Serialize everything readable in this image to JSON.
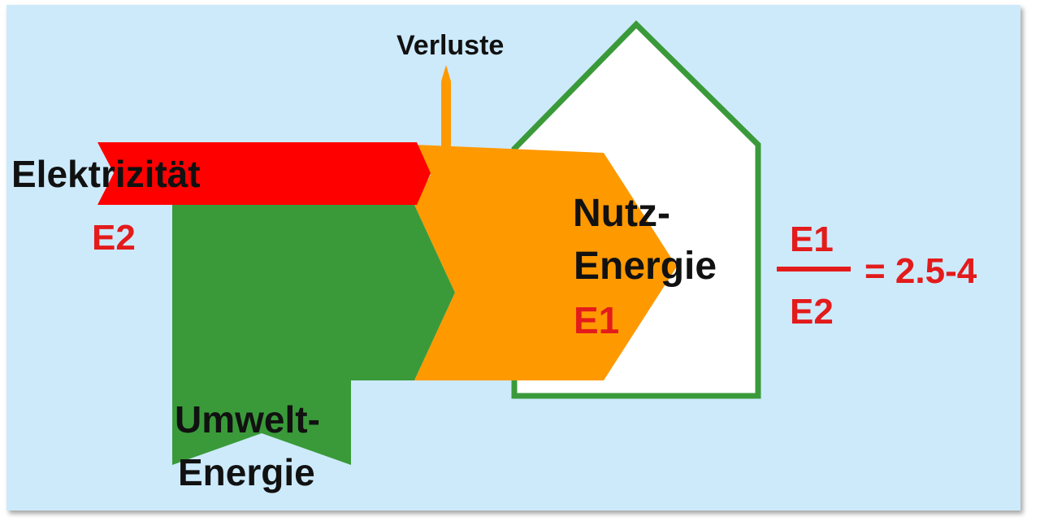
{
  "labels": {
    "losses": "Verluste",
    "electricity": "Elektrizität",
    "electricity_symbol": "E2",
    "ambient_line1": "Umwelt-",
    "ambient_line2": "Energie",
    "useful_line1": "Nutz-",
    "useful_line2": "Energie",
    "useful_symbol": "E1"
  },
  "formula": {
    "numerator": "E1",
    "denominator": "E2",
    "result": "= 2.5-4"
  },
  "colors": {
    "background": "#cdeafb",
    "electricity": "#ff0000",
    "ambient": "#3a9a3a",
    "useful": "#ff9900",
    "house_outline": "#3a9a3a",
    "house_fill": "#ffffff",
    "symbol_text": "#e31b1b",
    "label_text": "#111111"
  }
}
